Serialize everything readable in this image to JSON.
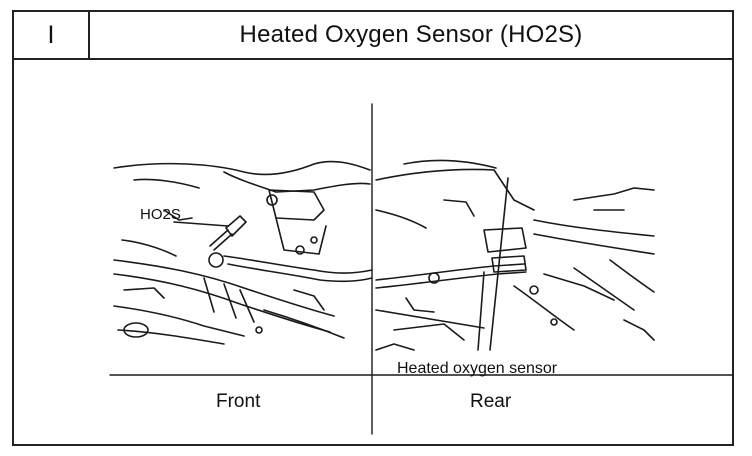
{
  "header": {
    "section_code": "I",
    "title": "Heated Oxygen Sensor (HO2S)"
  },
  "figure": {
    "front": {
      "callout": "HO2S",
      "caption": "Front"
    },
    "rear": {
      "callout": "Heated oxygen sensor",
      "caption": "Rear"
    }
  }
}
